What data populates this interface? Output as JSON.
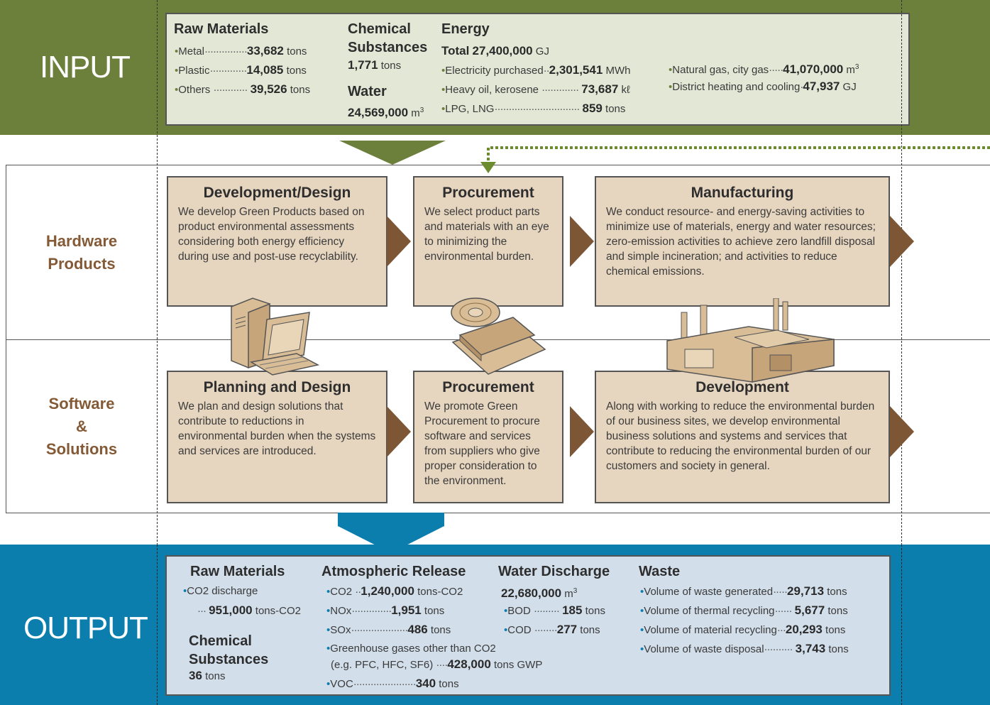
{
  "input": {
    "label": "INPUT",
    "raw_materials": {
      "title": "Raw Materials",
      "items": [
        {
          "name": "Metal",
          "value": "33,682",
          "unit": "tons"
        },
        {
          "name": "Plastic",
          "value": "14,085",
          "unit": "tons"
        },
        {
          "name": "Others",
          "value": "39,526",
          "unit": "tons"
        }
      ]
    },
    "chemical": {
      "title_1": "Chemical",
      "title_2": "Substances",
      "value": "1,771",
      "unit": "tons"
    },
    "water": {
      "title": "Water",
      "value": "24,569,000",
      "unit": "m"
    },
    "energy": {
      "title": "Energy",
      "total_label": "Total",
      "total_value": "27,400,000",
      "total_unit": "GJ",
      "items": [
        {
          "name": "Electricity purchased",
          "value": "2,301,541",
          "unit": "MWh"
        },
        {
          "name": "Heavy oil, kerosene",
          "value": "73,687",
          "unit": "kℓ"
        },
        {
          "name": "LPG, LNG",
          "value": "859",
          "unit": "tons"
        },
        {
          "name": "Natural gas, city gas",
          "value": "41,070,000",
          "unit": "m"
        },
        {
          "name": "District heating and cooling",
          "value": "47,937",
          "unit": "GJ"
        }
      ]
    }
  },
  "hardware": {
    "label_1": "Hardware",
    "label_2": "Products",
    "boxes": [
      {
        "title": "Development/Design",
        "text": "We develop Green Products based on product environmental assessments considering both energy efficiency during use and post-use recyclability."
      },
      {
        "title": "Procurement",
        "text": "We select product parts and materials with an eye to minimizing the environmental burden."
      },
      {
        "title": "Manufacturing",
        "text": "We conduct resource- and energy-saving activities to minimize use of materials, energy and water resources; zero-emission activities to achieve zero landfill disposal and simple incineration; and activities to reduce chemical emissions."
      }
    ]
  },
  "software": {
    "label_1": "Software",
    "label_2": "&",
    "label_3": "Solutions",
    "boxes": [
      {
        "title": "Planning and Design",
        "text": "We plan and design solutions that contribute to reductions in environmental burden when the systems and services are introduced."
      },
      {
        "title": "Procurement",
        "text": "We promote Green Procurement to procure software and services from suppliers who give proper consideration to the environment."
      },
      {
        "title": "Development",
        "text": "Along with working to reduce the environmental burden of our business sites, we develop environmental business solutions and systems and services that contribute to reducing the environmental burden of our customers and society in general."
      }
    ]
  },
  "output": {
    "label": "OUTPUT",
    "raw_materials": {
      "title": "Raw Materials",
      "item_name": "CO2 discharge",
      "value": "951,000",
      "unit": "tons-CO2"
    },
    "chemical": {
      "title_1": "Chemical",
      "title_2": "Substances",
      "value": "36",
      "unit": "tons"
    },
    "atmospheric": {
      "title": "Atmospheric Release",
      "items": [
        {
          "name": "CO2",
          "value": "1,240,000",
          "unit": "tons-CO2"
        },
        {
          "name": "NOx",
          "value": "1,951",
          "unit": "tons"
        },
        {
          "name": "SOx",
          "value": "486",
          "unit": "tons"
        },
        {
          "name": "VOC",
          "value": "340",
          "unit": "tons"
        }
      ],
      "ghg_line_1": "Greenhouse gases other than CO2",
      "ghg_line_2": "(e.g. PFC, HFC, SF6)",
      "ghg_value": "428,000",
      "ghg_unit": "tons GWP"
    },
    "water": {
      "title": "Water Discharge",
      "total_value": "22,680,000",
      "total_unit": "m",
      "items": [
        {
          "name": "BOD",
          "value": "185",
          "unit": "tons"
        },
        {
          "name": "COD",
          "value": "277",
          "unit": "tons"
        }
      ]
    },
    "waste": {
      "title": "Waste",
      "items": [
        {
          "name": "Volume of waste generated",
          "value": "29,713",
          "unit": "tons"
        },
        {
          "name": "Volume of thermal recycling",
          "value": "5,677",
          "unit": "tons"
        },
        {
          "name": "Volume of material recycling",
          "value": "20,293",
          "unit": "tons"
        },
        {
          "name": "Volume of waste disposal",
          "value": "3,743",
          "unit": "tons"
        }
      ]
    }
  },
  "colors": {
    "input_band": "#6c7f3b",
    "output_band": "#0b7eae",
    "process_box": "#e6d5bf",
    "arrow": "#7d5636",
    "row_label": "#845a36"
  },
  "icons": [
    "computer-illustration",
    "disc-illustration",
    "factory-illustration"
  ]
}
